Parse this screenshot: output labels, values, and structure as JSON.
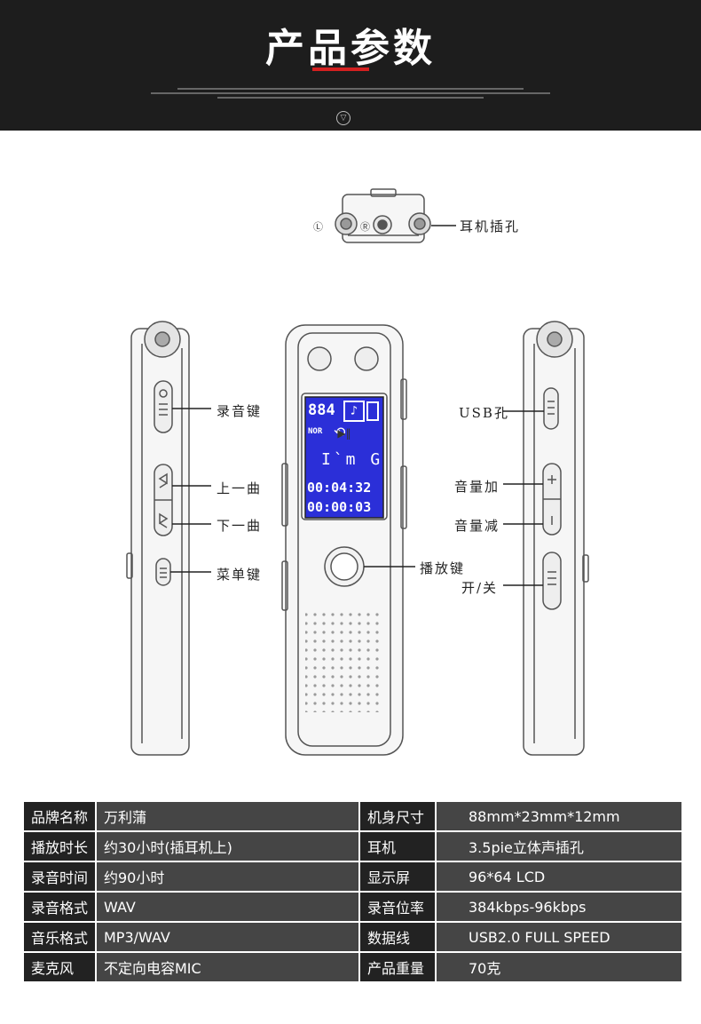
{
  "header": {
    "title": "产品参数"
  },
  "callouts": {
    "earphone_jack": "耳机插孔",
    "record_key": "录音键",
    "prev_track": "上一曲",
    "next_track": "下一曲",
    "menu_key": "菜单键",
    "play_key": "播放键",
    "usb_port": "USB孔",
    "volume_up": "音量加",
    "volume_down": "音量减",
    "power_switch": "开/关"
  },
  "screen": {
    "top_readout": "884",
    "mode_label": "NOR",
    "track_text": "I`m G",
    "time_elapsed": "00:04:32",
    "time_total": "00:00:03"
  },
  "specs": {
    "rows": [
      {
        "k1": "品牌名称",
        "v1": "万利蒲",
        "k2": "机身尺寸",
        "v2": "88mm*23mm*12mm"
      },
      {
        "k1": "播放时长",
        "v1": "约30小时(插耳机上)",
        "k2": "耳机",
        "v2": "3.5pie立体声插孔"
      },
      {
        "k1": "录音时间",
        "v1": "约90小时",
        "k2": "显示屏",
        "v2": "96*64 LCD"
      },
      {
        "k1": "录音格式",
        "v1": "WAV",
        "k2": "录音位率",
        "v2": "384kbps-96kbps"
      },
      {
        "k1": "音乐格式",
        "v1": "MP3/WAV",
        "k2": "数据线",
        "v2": "USB2.0 FULL SPEED"
      },
      {
        "k1": "麦克风",
        "v1": "不定向电容MIC",
        "k2": "产品重量",
        "v2": "70克"
      }
    ]
  },
  "colors": {
    "header_bg": "#1d1d1d",
    "accent_red": "#d42020",
    "lcd_blue": "#2b2fd8",
    "table_label_bg": "#222222",
    "table_value_bg": "#454545"
  }
}
